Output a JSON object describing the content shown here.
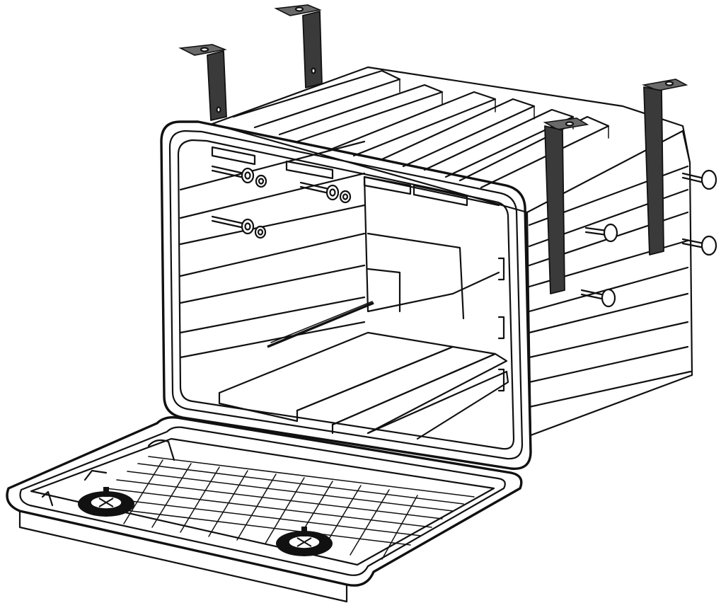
{
  "figure": {
    "colors": {
      "line": "#111111",
      "background": "#ffffff",
      "bracket": "#3a3a3a",
      "bracket_top": "#6a6a6a"
    },
    "parts": {
      "box_body": "storage-box-body",
      "lid": "open-lid",
      "brackets": [
        "bracket-1",
        "bracket-2",
        "bracket-3",
        "bracket-4"
      ],
      "bolts": [
        "bolt-1",
        "bolt-2",
        "bolt-3",
        "bolt-4",
        "bolt-5",
        "bolt-6"
      ]
    }
  }
}
